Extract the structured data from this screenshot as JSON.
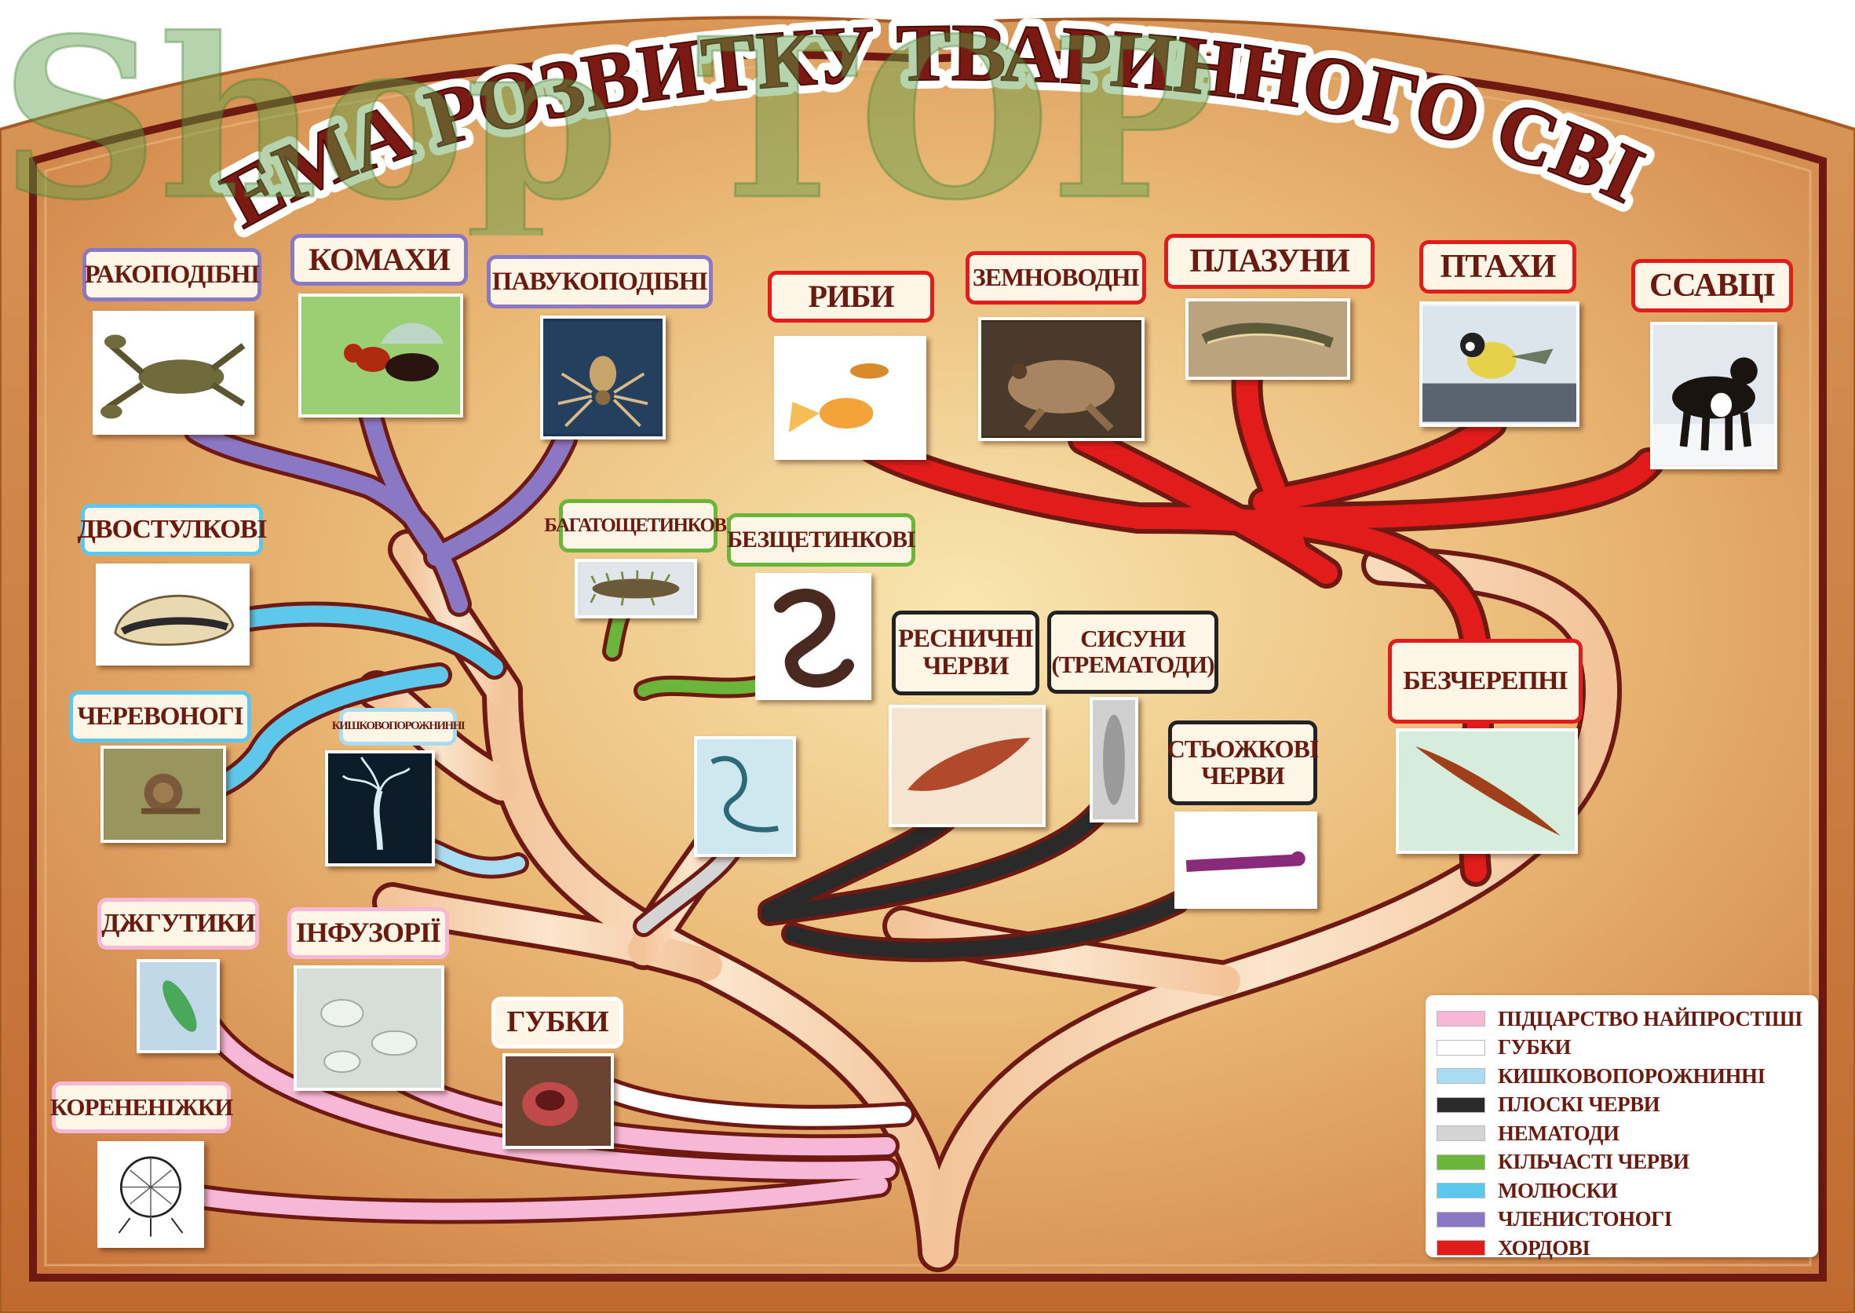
{
  "title": "СХЕМА РОЗВИТКУ ТВАРИННОГО СВІТУ",
  "watermark": "Shop TOP",
  "colors": {
    "frame": "#6e1a12",
    "board_edge": "#c8743a",
    "board_center": "#f3d9a0",
    "trunk": "#f7d7b4",
    "protozoa": "#f6b8d6",
    "sponges": "#ffffff",
    "coelenterates": "#a9dcf2",
    "flatworms": "#2a2a2a",
    "nematodes": "#d4d4d4",
    "annelids": "#6bb53a",
    "molluscs": "#5ec8ec",
    "arthropods": "#8b78c4",
    "chordates": "#e21b1b"
  },
  "nodes": {
    "crustaceans": {
      "label": "РАКОПОДІБНІ",
      "group": "arthropods",
      "icon": "crayfish-photo"
    },
    "insects": {
      "label": "КОМАХИ",
      "group": "arthropods",
      "icon": "wasp-photo"
    },
    "arachnids": {
      "label": "ПАВУКОПОДІБНІ",
      "group": "arthropods",
      "icon": "spider-photo"
    },
    "fish": {
      "label": "РИБИ",
      "group": "chordates",
      "icon": "goldfish-photo"
    },
    "amphibians": {
      "label": "ЗЕМНОВОДНІ",
      "group": "chordates",
      "icon": "frog-photo"
    },
    "reptiles": {
      "label": "ПЛАЗУНИ",
      "group": "chordates",
      "icon": "lizard-photo"
    },
    "birds": {
      "label": "ПТАХИ",
      "group": "chordates",
      "icon": "tit-bird-photo"
    },
    "mammals": {
      "label": "ССАВЦІ",
      "group": "chordates",
      "icon": "dog-photo"
    },
    "bivalves": {
      "label": "ДВОСТУЛКОВІ",
      "group": "molluscs",
      "icon": "clam-shell-photo"
    },
    "gastropods": {
      "label": "ЧЕРЕВОНОГІ",
      "group": "molluscs",
      "icon": "snail-photo"
    },
    "polychaetes": {
      "label": "БАГАТОЩЕТИНКОВІ",
      "group": "annelids",
      "icon": "bristle-worm-photo"
    },
    "oligochaetes": {
      "label": "БЕЗЩЕТИНКОВІ",
      "group": "annelids",
      "icon": "earthworm-photo"
    },
    "coelenterates": {
      "label": "КИШКОВОПОРОЖНИННІ",
      "group": "coelenterates",
      "icon": "hydra-photo"
    },
    "nematodes": {
      "label": "",
      "group": "nematodes",
      "icon": "roundworm-photo"
    },
    "turbellarians": {
      "label": "РЕСНИЧНІ\nЧЕРВИ",
      "group": "flatworms",
      "icon": "planarian-photo"
    },
    "flukes": {
      "label": "СИСУНИ\n(ТРЕМАТОДИ)",
      "group": "flatworms",
      "icon": "fluke-photo"
    },
    "tapeworms": {
      "label": "СТЬОЖКОВІ\nЧЕРВИ",
      "group": "flatworms",
      "icon": "tapeworm-photo"
    },
    "acrania": {
      "label": "БЕЗЧЕРЕПНІ",
      "group": "chordates",
      "icon": "lancelet-photo"
    },
    "flagellates": {
      "label": "ДЖГУТИКИ",
      "group": "protozoa",
      "icon": "euglena-photo"
    },
    "ciliates": {
      "label": "ІНФУЗОРІЇ",
      "group": "protozoa",
      "icon": "ciliates-photo"
    },
    "sponges": {
      "label": "ГУБКИ",
      "group": "sponges",
      "icon": "sponge-photo"
    },
    "rhizopods": {
      "label": "КОРЕНЕНІЖКИ",
      "group": "protozoa",
      "icon": "radiolarian-drawing"
    }
  },
  "legend": [
    {
      "label": "ПІДЦАРСТВО НАЙПРОСТІШІ",
      "color": "#f6b8d6"
    },
    {
      "label": "ГУБКИ",
      "color": "#ffffff"
    },
    {
      "label": "КИШКОВОПОРОЖНИННІ",
      "color": "#a9dcf2"
    },
    {
      "label": "ПЛОСКІ ЧЕРВИ",
      "color": "#2a2a2a"
    },
    {
      "label": "НЕМАТОДИ",
      "color": "#d4d4d4"
    },
    {
      "label": "КІЛЬЧАСТІ ЧЕРВИ",
      "color": "#6bb53a"
    },
    {
      "label": "МОЛЮСКИ",
      "color": "#5ec8ec"
    },
    {
      "label": "ЧЛЕНИСТОНОГІ",
      "color": "#8b78c4"
    },
    {
      "label": "ХОРДОВІ",
      "color": "#e21b1b"
    }
  ]
}
